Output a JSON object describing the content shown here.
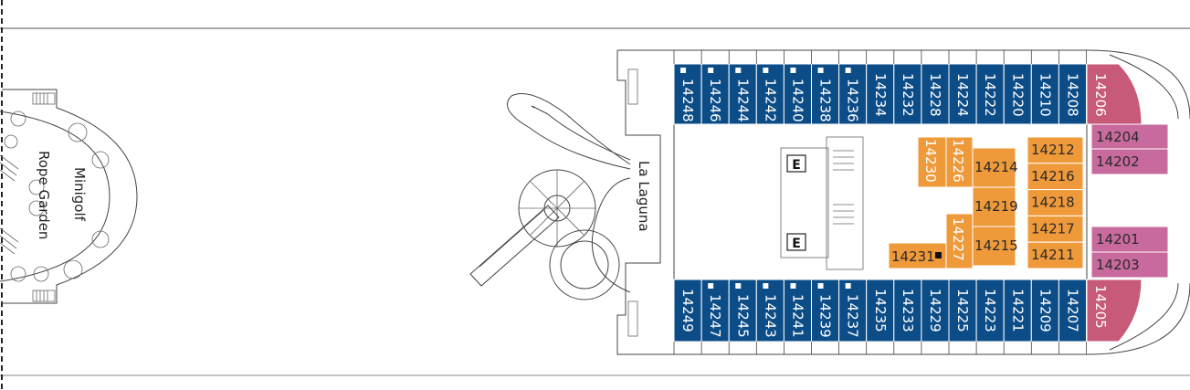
{
  "colors": {
    "standard_cabin": "#0c4d88",
    "inside_cabin": "#ef9a3a",
    "suite_cabin": "#c86a9d",
    "corner_suite": "#c75a78",
    "outline": "#444444"
  },
  "labels": {
    "minigolf": "Minigolf",
    "rope_garden": "Rope Garden",
    "la_laguna": "La Laguna",
    "elevator": "E"
  },
  "cabins": {
    "top_row": [
      "14248",
      "14246",
      "14244",
      "14242",
      "14240",
      "14238",
      "14236",
      "14234",
      "14232",
      "14228",
      "14224",
      "14222",
      "14220",
      "14210",
      "14208"
    ],
    "top_row_accessible": [
      true,
      true,
      true,
      true,
      true,
      true,
      true,
      false,
      false,
      false,
      false,
      false,
      false,
      false,
      false
    ],
    "bottom_row": [
      "14249",
      "14247",
      "14245",
      "14243",
      "14241",
      "14239",
      "14237",
      "14235",
      "14233",
      "14229",
      "14225",
      "14223",
      "14221",
      "14209",
      "14207"
    ],
    "bottom_row_accessible": [
      false,
      true,
      true,
      true,
      true,
      true,
      true,
      false,
      false,
      false,
      false,
      false,
      false,
      false,
      false
    ],
    "corner_top": "14206",
    "corner_bottom": "14205",
    "inside_vertical": [
      "14230",
      "14226",
      "14227"
    ],
    "inside_left_col": [
      "14214",
      "14219",
      "14215"
    ],
    "inside_right_col": [
      "14212",
      "14216",
      "14218",
      "14217",
      "14211"
    ],
    "inside_single": "14231",
    "suites": [
      "14204",
      "14202",
      "14201",
      "14203"
    ]
  }
}
